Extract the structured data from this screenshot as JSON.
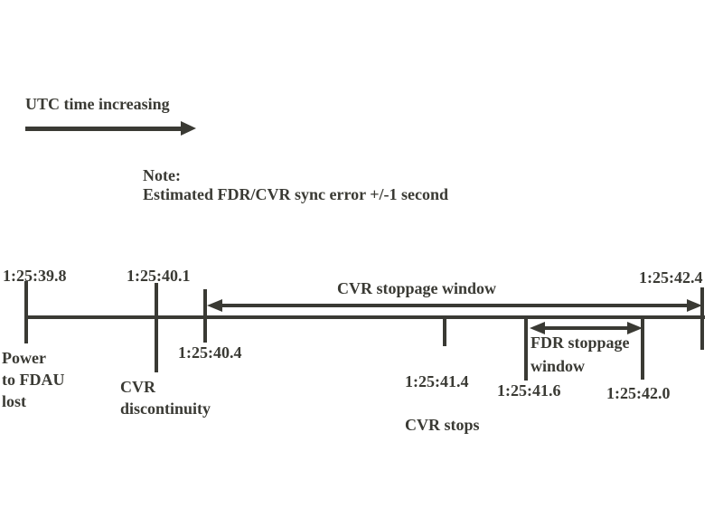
{
  "figure": {
    "kind": "timeline-diagram",
    "legend": {
      "utc_label": "UTC time increasing"
    },
    "note": {
      "title": "Note:",
      "body": "Estimated FDR/CVR sync error +/-1 second"
    },
    "colors": {
      "ink": "#3a3a34",
      "background": "#ffffff"
    },
    "timeline": {
      "events": [
        {
          "time": "1:25:39.8",
          "label": "Power\nto FDAU\nlost"
        },
        {
          "time": "1:25:40.1",
          "label": "CVR\ndiscontinuity"
        },
        {
          "time": "1:25:40.4",
          "label": ""
        },
        {
          "time": "1:25:41.4",
          "label": "CVR stops"
        },
        {
          "time": "1:25:41.6",
          "label": ""
        },
        {
          "time": "1:25:42.0",
          "label": ""
        },
        {
          "time": "1:25:42.4",
          "label": ""
        }
      ],
      "windows": [
        {
          "name": "CVR stoppage window",
          "start": "1:25:40.4",
          "end": "1:25:42.4"
        },
        {
          "name": "FDR stoppage\nwindow",
          "start": "1:25:41.6",
          "end": "1:25:42.0"
        }
      ]
    }
  }
}
